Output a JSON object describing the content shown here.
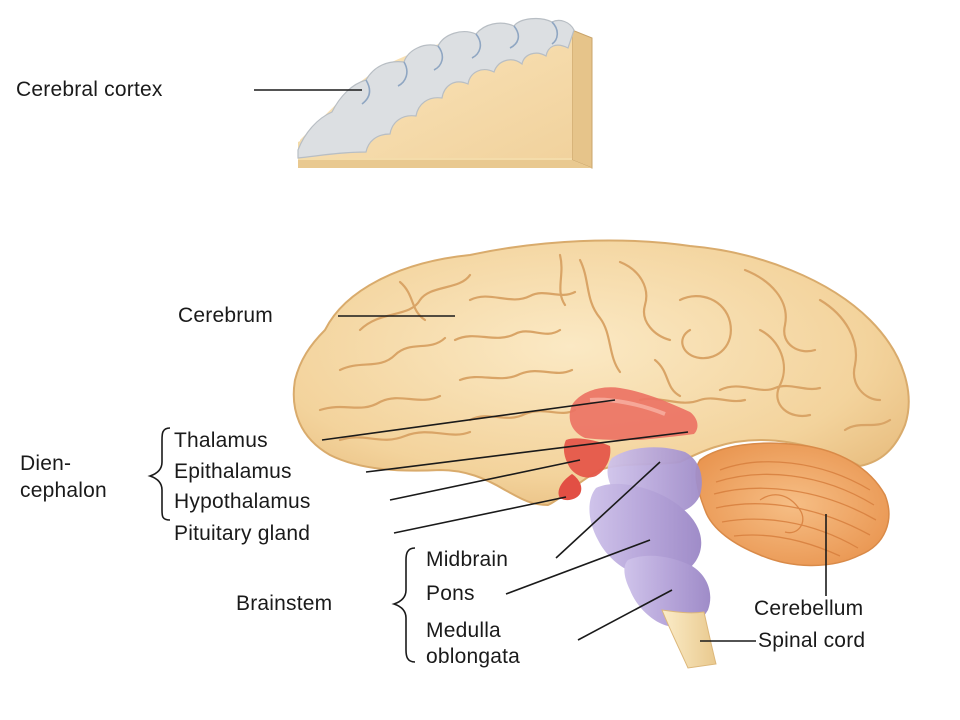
{
  "labels": {
    "cerebral_cortex": "Cerebral cortex",
    "cerebrum": "Cerebrum",
    "thalamus": "Thalamus",
    "epithalamus": "Epithalamus",
    "hypothalamus": "Hypothalamus",
    "pituitary_gland": "Pituitary gland",
    "diencephalon_line1": "Dien-",
    "diencephalon_line2": "cephalon",
    "midbrain": "Midbrain",
    "pons": "Pons",
    "medulla_line1": "Medulla",
    "medulla_line2": "oblongata",
    "brainstem": "Brainstem",
    "cerebellum": "Cerebellum",
    "spinal_cord": "Spinal cord"
  },
  "colors": {
    "cerebrum": "#f4d9a6",
    "cortex_gray": "#d8dcdf",
    "thalamus": "#e96a5c",
    "brainstem": "#b9a9d9",
    "cerebellum": "#f0a866",
    "spinal_cord": "#f6deb0",
    "leader_line": "#1a1a1a"
  }
}
